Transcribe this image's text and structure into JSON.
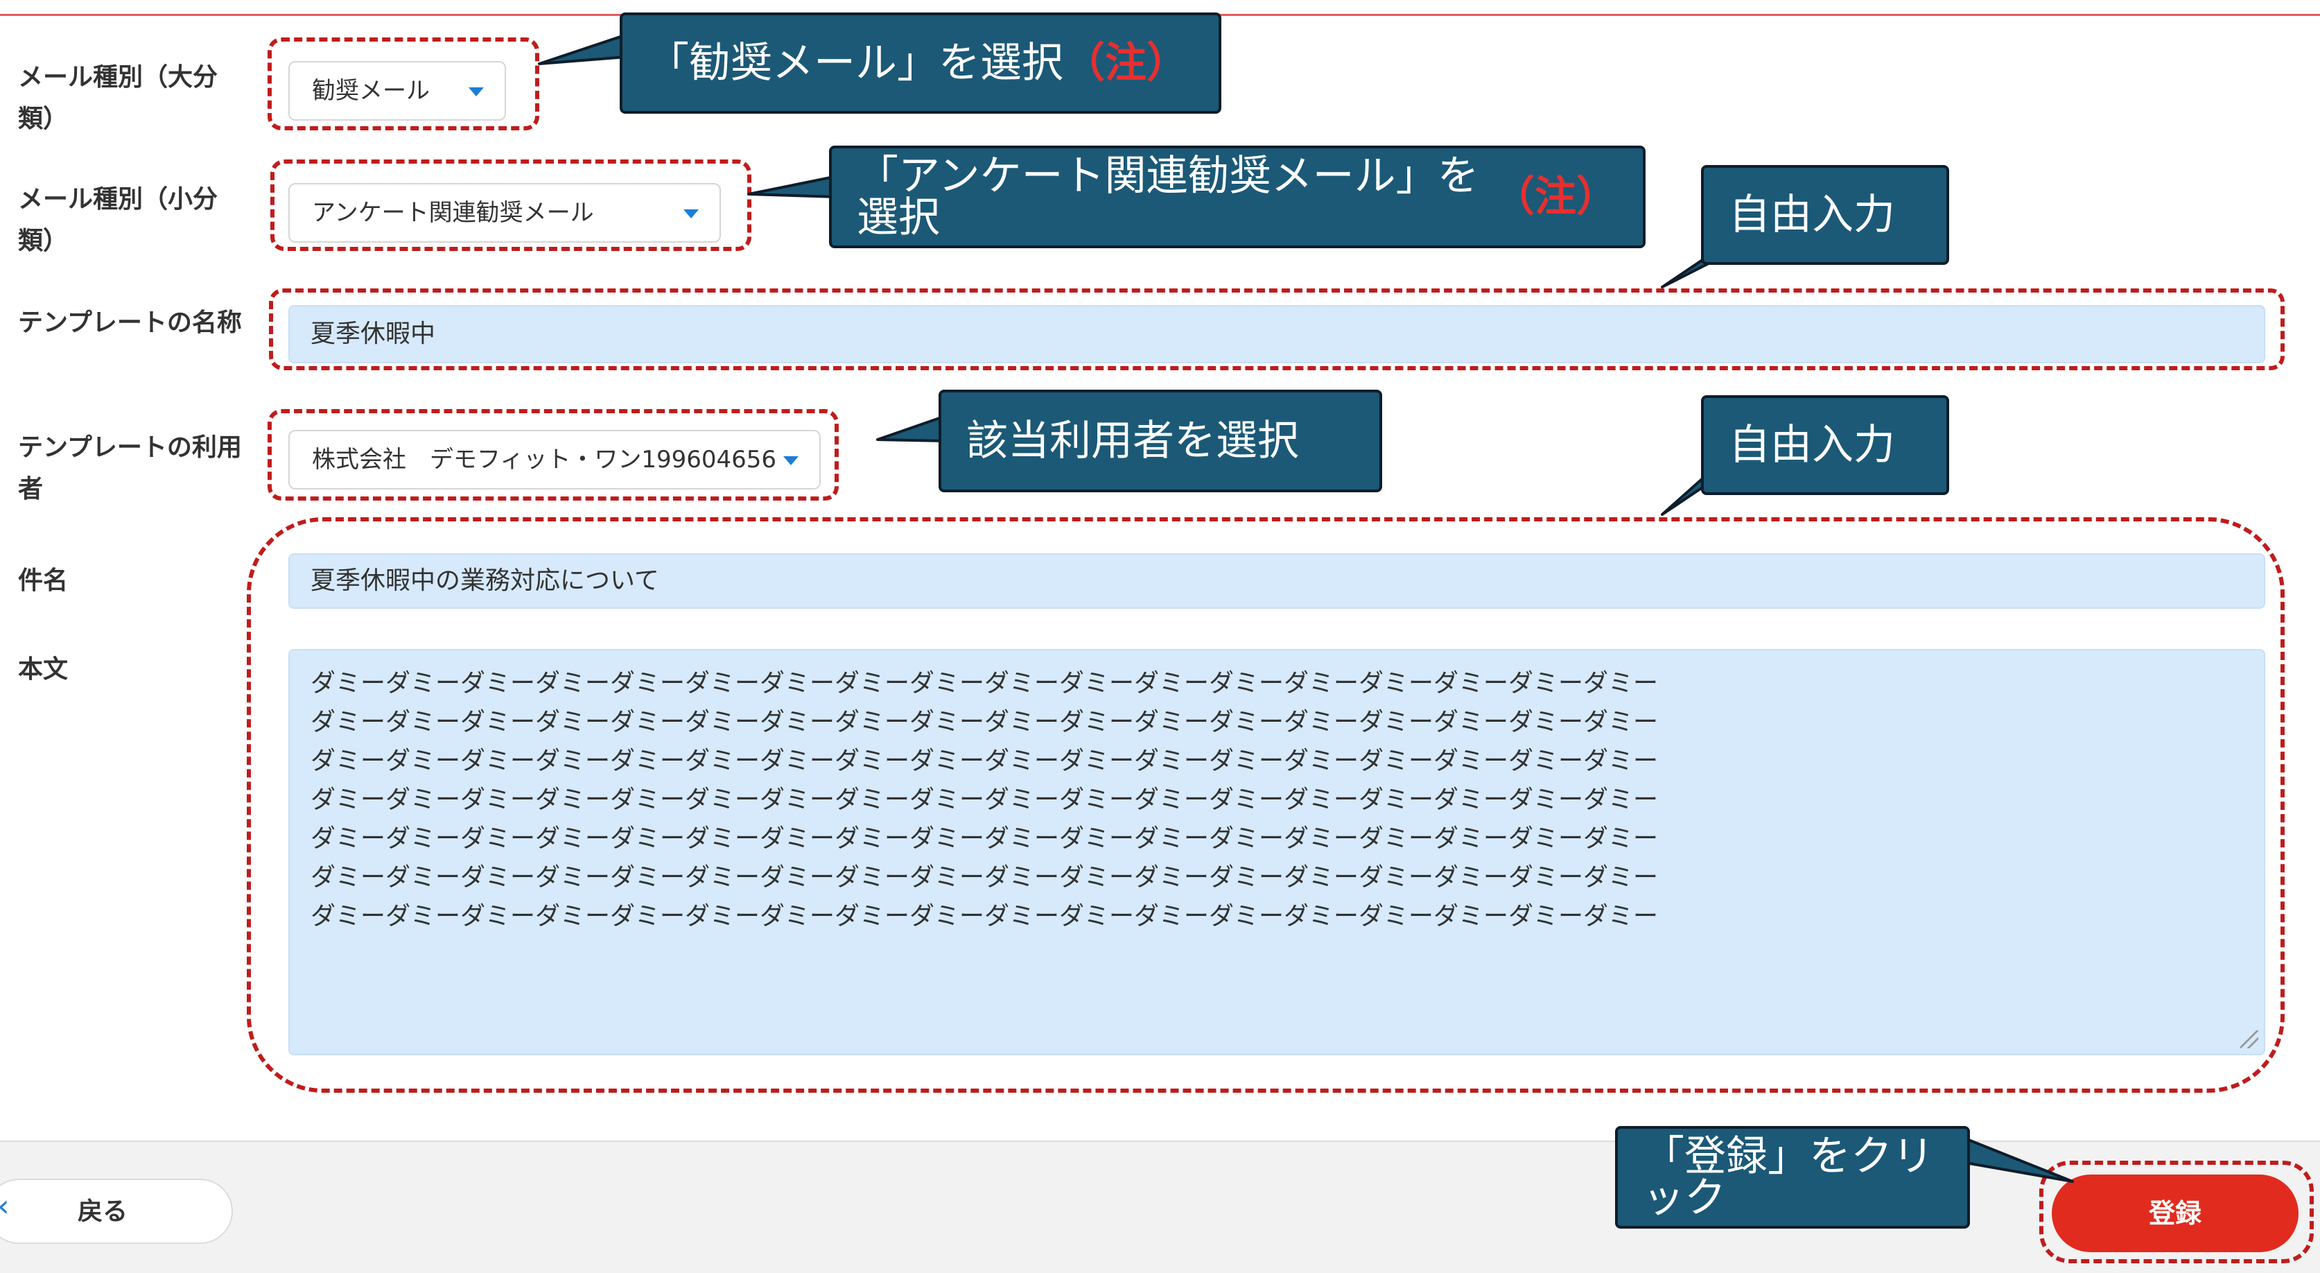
{
  "form": {
    "mail_type_major": {
      "label": "メール種別（大分類）",
      "value": "勧奨メール"
    },
    "mail_type_minor": {
      "label": "メール種別（小分類）",
      "value": "アンケート関連勧奨メール"
    },
    "template_name": {
      "label": "テンプレートの名称",
      "value": "夏季休暇中"
    },
    "template_user": {
      "label": "テンプレートの利用者",
      "value": "株式会社　デモフィット・ワン199604656"
    },
    "subject": {
      "label": "件名",
      "value": "夏季休暇中の業務対応について"
    },
    "body": {
      "label": "本文",
      "lines": [
        "ダミーダミーダミーダミーダミーダミーダミーダミーダミーダミーダミーダミーダミーダミーダミーダミーダミーダミー",
        "ダミーダミーダミーダミーダミーダミーダミーダミーダミーダミーダミーダミーダミーダミーダミーダミーダミーダミー",
        "ダミーダミーダミーダミーダミーダミーダミーダミーダミーダミーダミーダミーダミーダミーダミーダミーダミーダミー",
        "ダミーダミーダミーダミーダミーダミーダミーダミーダミーダミーダミーダミーダミーダミーダミーダミーダミーダミー",
        "ダミーダミーダミーダミーダミーダミーダミーダミーダミーダミーダミーダミーダミーダミーダミーダミーダミーダミー",
        "ダミーダミーダミーダミーダミーダミーダミーダミーダミーダミーダミーダミーダミーダミーダミーダミーダミーダミー",
        "ダミーダミーダミーダミーダミーダミーダミーダミーダミーダミーダミーダミーダミーダミーダミーダミーダミーダミー"
      ]
    }
  },
  "buttons": {
    "back_label": "戻る",
    "submit_label": "登録"
  },
  "callouts": {
    "major": "「勧奨メール」を選択",
    "major_note": "（注）",
    "minor": "「アンケート関連勧奨メール」を選択",
    "minor_note": "（注）",
    "free_input_1": "自由入力",
    "user": "該当利用者を選択",
    "free_input_2": "自由入力",
    "register": "「登録」をクリック"
  },
  "colors": {
    "accent_red": "#e12b1f",
    "highlight_dash": "#c01c1c",
    "callout_bg": "#1b5977",
    "input_bg": "#d6eafc",
    "dropdown_arrow": "#1c7ed6"
  },
  "icons": {
    "dropdown": "chevron-down-icon",
    "back": "chevron-left-icon",
    "resize": "resize-handle-icon"
  }
}
